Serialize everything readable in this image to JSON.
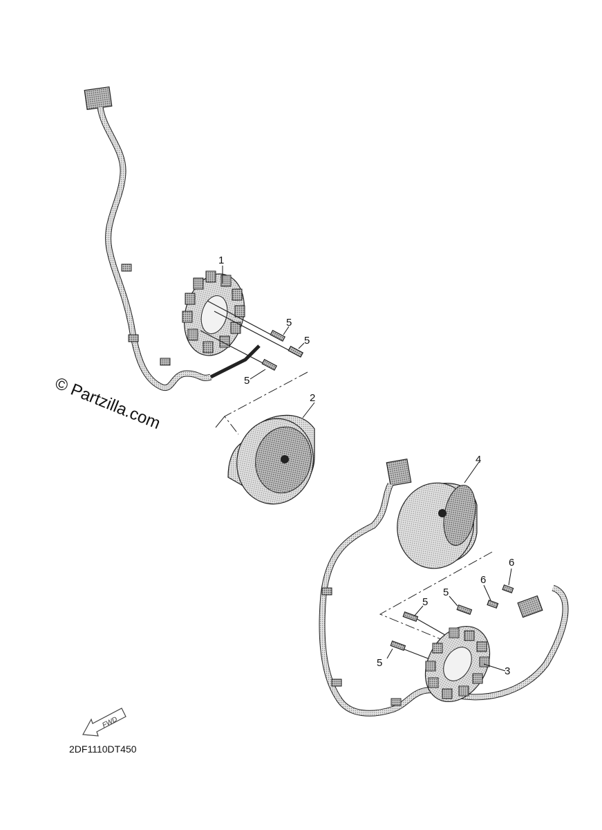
{
  "watermark": "© Partzilla.com",
  "diagram_code": "2DF1110DT450",
  "fwd_label": "FWD",
  "callouts": {
    "c1": "1",
    "c2": "2",
    "c3": "3",
    "c4": "4",
    "c5a": "5",
    "c5b": "5",
    "c5c": "5",
    "c5d": "5",
    "c5e": "5",
    "c5f": "5",
    "c6a": "6",
    "c6b": "6"
  },
  "colors": {
    "line": "#222222",
    "part_fill": "#d4d4d4",
    "part_dark": "#9a9a9a"
  }
}
